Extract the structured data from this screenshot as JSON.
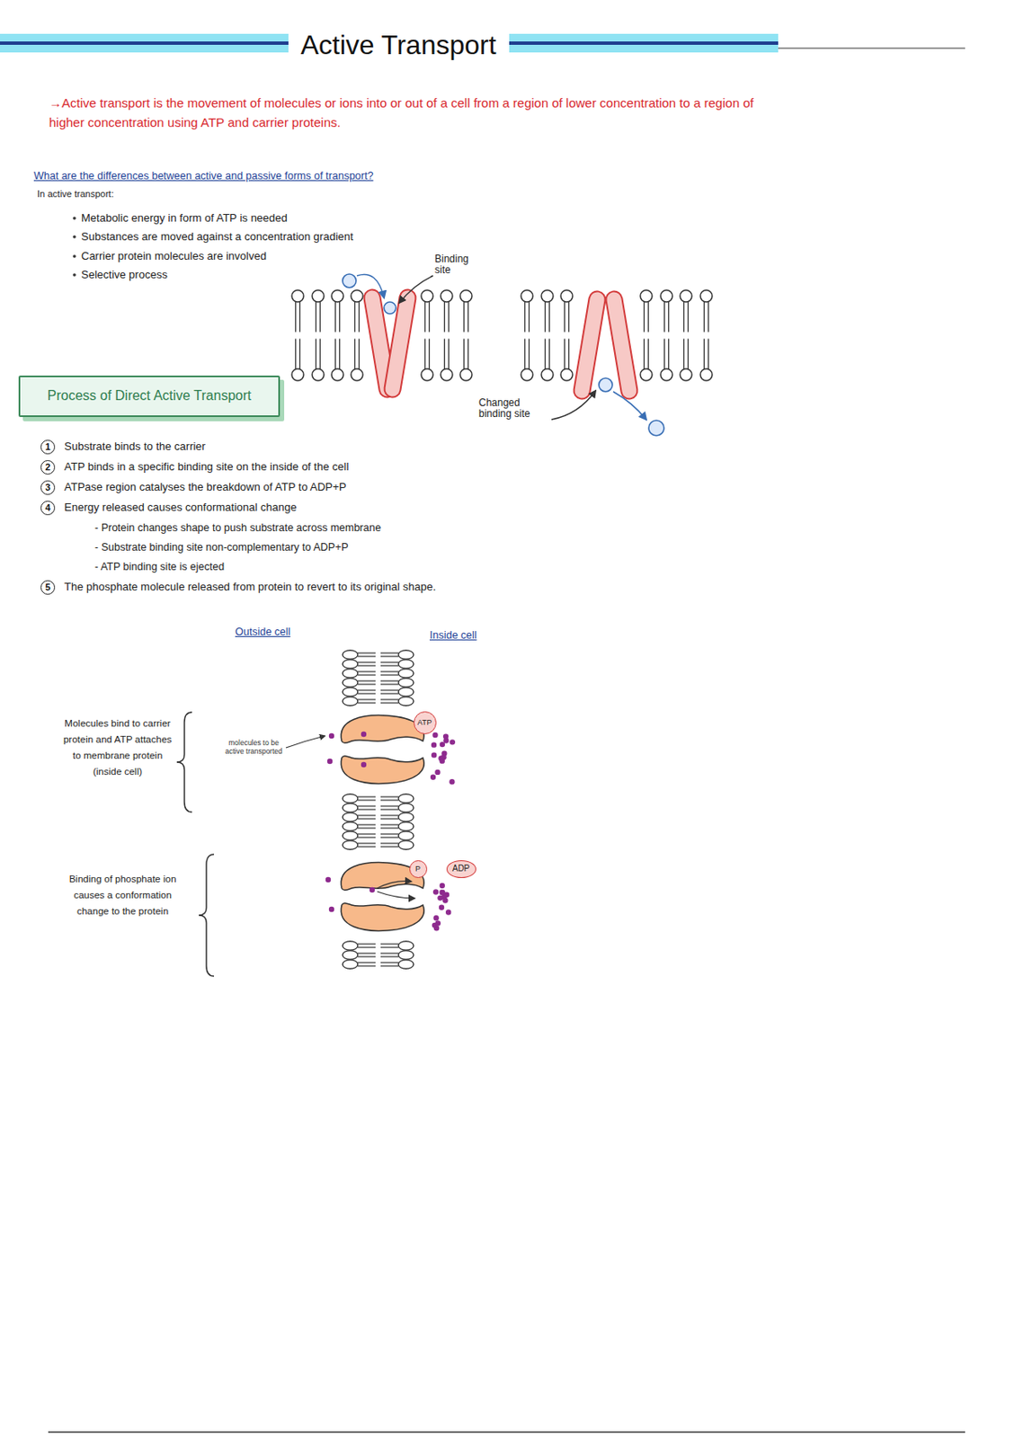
{
  "diagram": {
    "title": "Active Transport",
    "nodes": [
      {
        "text": [
          "Process of Direct Active Transport"
        ]
      },
      {
        "text": [
          "ATP"
        ]
      },
      {
        "text": [
          "P"
        ]
      },
      {
        "text": [
          "ADP"
        ]
      }
    ],
    "labels": [
      "→Active transport is the movement of molecules or ions into or out of a cell from a region of lower concentration to a region of higher concentration using ATP and carrier proteins.",
      "What are the differences between active and passive forms of transport?",
      "In active transport:",
      "Metabolic energy in form of ATP is needed",
      "Substances are moved against a concentration gradient",
      "Carrier protein molecules are involved",
      "Selective process",
      "Binding site",
      "Changed binding site",
      "1",
      "Substrate binds to the carrier",
      "2",
      "ATP binds in a specific binding site on the inside of the cell",
      "3",
      "ATPase region catalyses the breakdown of ATP to ADP+P",
      "4",
      "Energy released causes conformational change",
      "- Protein changes shape to push substrate across membrane",
      "- Substrate binding site non-complementary to ADP+P",
      "- ATP binding site is ejected",
      "5",
      "The phosphate molecule released from protein to revert to its original shape.",
      "Outside cell",
      "Inside cell",
      "Molecules bind to carrier protein and ATP attaches to membrane protein (inside cell)",
      "molecules to be active transported",
      "Binding of phosphate ion causes a conformation change to the protein"
    ]
  }
}
